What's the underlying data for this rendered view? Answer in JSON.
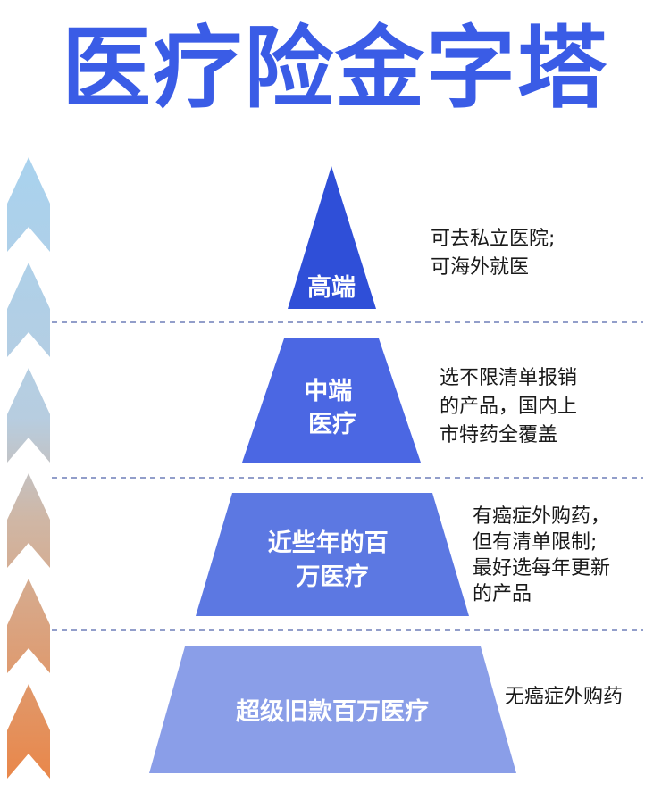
{
  "title": "医疗险金字塔",
  "colors": {
    "title": "#3a5ce6",
    "tier_top": "#2f4fd8",
    "tier_mid": "#4b67e3",
    "tier_low": "#5c78e2",
    "tier_base": "#8a9ee8",
    "arrow_top": "#a9d2ee",
    "arrow_bottom": "#e9874a",
    "divider": "#6f7fb8"
  },
  "tiers": [
    {
      "label_lines": [
        "高端"
      ],
      "desc_lines": [
        "可去私立医院;",
        "可海外就医"
      ]
    },
    {
      "label_lines": [
        "中端",
        "医疗"
      ],
      "desc_lines": [
        "选不限清单报销",
        "的产品，国内上",
        "市特药全覆盖"
      ]
    },
    {
      "label_lines": [
        "近些年的百",
        "万医疗"
      ],
      "desc_lines": [
        "有癌症外购药，",
        "但有清单限制;",
        "最好选每年更新",
        "的产品"
      ]
    },
    {
      "label_lines": [
        "超级旧款百万医疗"
      ],
      "desc_lines": [
        "无癌症外购药"
      ]
    }
  ]
}
